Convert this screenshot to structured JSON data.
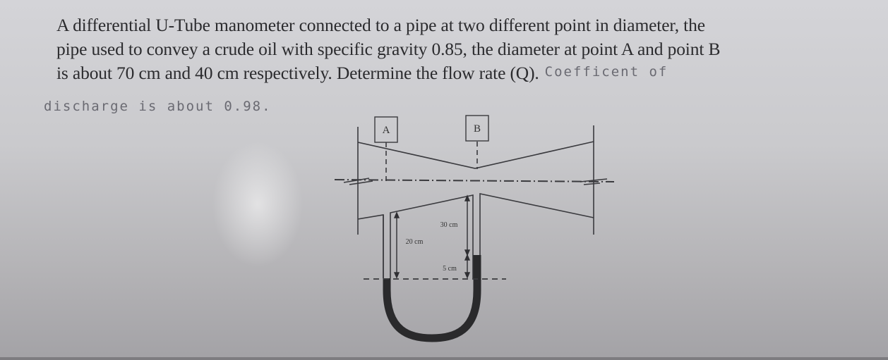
{
  "problem": {
    "lines": [
      "A differential U-Tube manometer connected to a pipe at two different point in diameter, the",
      "pipe used to convey a crude oil with specific gravity 0.85, the diameter at point A and point B",
      "is about 70 cm and 40 cm respectively. Determine the flow rate (Q)."
    ],
    "specific_gravity": "0.85",
    "diameter_A": "70 cm",
    "diameter_B": "40 cm"
  },
  "handwritten_note": {
    "part1": "Coefficent of",
    "part2": "discharge is about 0.98.",
    "coefficient_of_discharge": "0.98"
  },
  "diagram": {
    "label_A": "A",
    "label_B": "B",
    "dim_20": "20 cm",
    "dim_30": "30 cm",
    "dim_5": "5 cm",
    "colors": {
      "line": "#3a3a3e",
      "fluid": "#2a2a2c",
      "background": "#cfcfd2"
    }
  }
}
